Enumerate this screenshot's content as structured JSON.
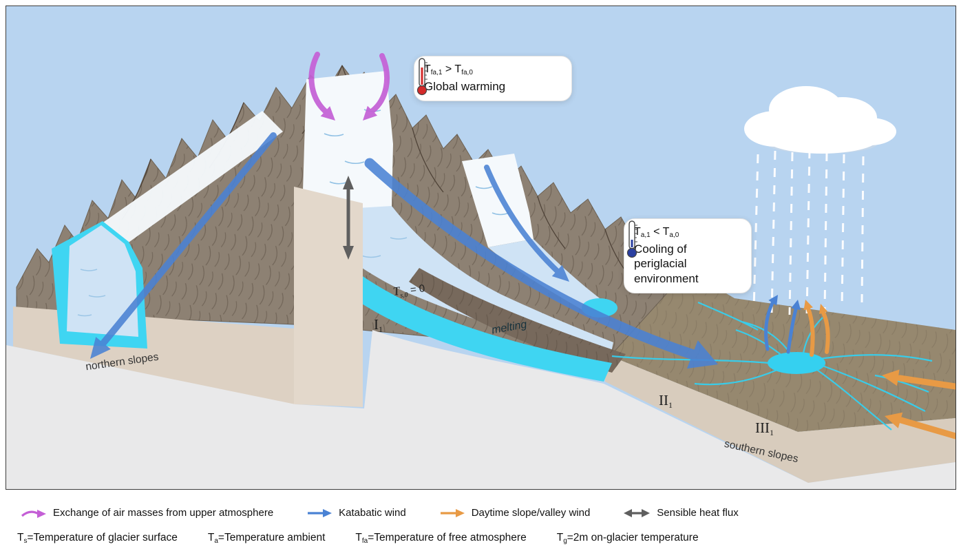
{
  "figure": {
    "callouts": {
      "global_warming": {
        "t1": "T",
        "sub1": "fa,1",
        "op": ">",
        "t2": "T",
        "sub2": "fa,0",
        "label": "Global warming"
      },
      "cooling": {
        "t1": "T",
        "sub1": "a,1",
        "op": "<",
        "t2": "T",
        "sub2": "a,0",
        "label": "Cooling of periglacial environment"
      }
    },
    "labels": {
      "surface_temp": {
        "t": "T",
        "sub": "s,0",
        "rest": "= 0"
      },
      "zone_I": {
        "numeral": "I",
        "sub": "1"
      },
      "zone_II": {
        "numeral": "II",
        "sub": "1"
      },
      "zone_III": {
        "numeral": "III",
        "sub": "1"
      },
      "melting": "melting",
      "northern_slopes": "northern slopes",
      "southern_slopes": "southern slopes"
    },
    "colors": {
      "sky": "#b8d4f0",
      "ground_grey": "#e9e9ea",
      "rock": "#8d8173",
      "plain": "#96886f",
      "face_beige": "#ddd1c3",
      "glacier_white": "#f5f9fc",
      "tongue_blue": "#cfe3f5",
      "melt_cyan": "#3fd5f2",
      "arrow_purple": "#c45fd6",
      "arrow_blue": "#4a82d4",
      "arrow_orange": "#e89a45",
      "arrow_grey": "#5f5f5f"
    }
  },
  "legend": {
    "items": [
      {
        "label": "Exchange of air masses from upper atmosphere",
        "color": "#c45fd6",
        "style": "single"
      },
      {
        "label": "Katabatic wind",
        "color": "#4a82d4",
        "style": "single"
      },
      {
        "label": "Daytime slope/valley wind",
        "color": "#e89a45",
        "style": "single"
      },
      {
        "label": "Sensible heat flux",
        "color": "#5f5f5f",
        "style": "double"
      }
    ],
    "definitions": [
      {
        "t": "T",
        "sub": "s",
        "text": "=Temperature of glacier surface"
      },
      {
        "t": "T",
        "sub": "a",
        "text": "=Temperature ambient"
      },
      {
        "t": "T",
        "sub": "fa",
        "text": "=Temperature of free atmosphere"
      },
      {
        "t": "T",
        "sub": "g",
        "text": "=2m on-glacier temperature"
      }
    ]
  }
}
